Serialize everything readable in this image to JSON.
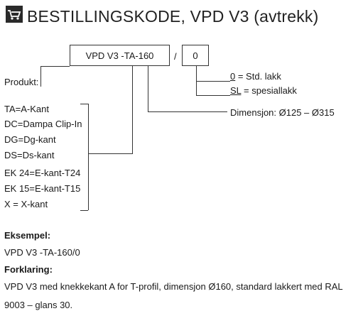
{
  "title": "BESTILLINGSKODE, VPD V3 (avtrekk)",
  "code": {
    "main": "VPD V3 -TA-160",
    "separator": "/",
    "finish": "0"
  },
  "finish_options": [
    {
      "code": "0",
      "text": " = Std. lakk"
    },
    {
      "code": "SL",
      "text": " = spesiallakk"
    }
  ],
  "dimension_label": "Dimensjon: Ø125 – Ø315",
  "product_label": "Produkt:",
  "products": [
    "TA=A-Kant",
    "DC=Dampa Clip-In",
    "DG=Dg-kant",
    "DS=Ds-kant",
    "EK 24=E-kant-T24",
    "EK 15=E-kant-T15",
    "X = X-kant"
  ],
  "example": {
    "heading": "Eksempel:",
    "code": "VPD V3 -TA-160/0",
    "explanation_heading": "Forklaring:",
    "explanation_line1": "VPD V3 med knekkekant A for T-profil, dimensjon Ø160, standard lakkert med RAL",
    "explanation_line2": "9003 – glans 30."
  }
}
